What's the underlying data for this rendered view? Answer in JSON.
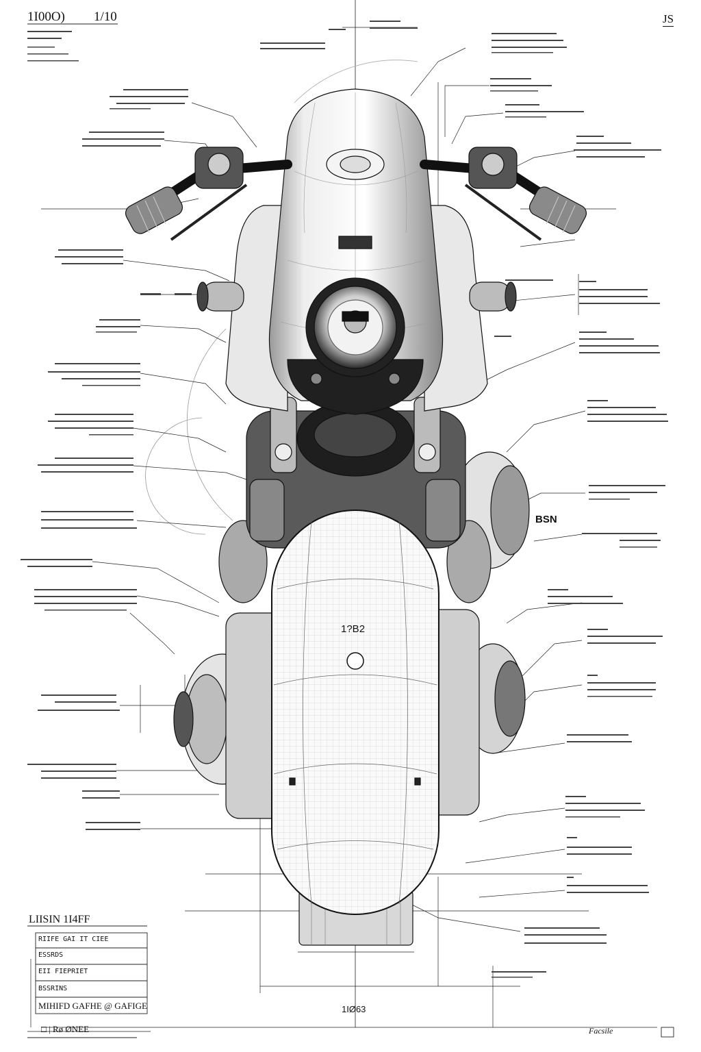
{
  "header": {
    "title_left": "1I00O)",
    "title_right": "1/10",
    "corner_mark": "JS"
  },
  "part_labels": {
    "headlight_tag": "BSN",
    "center_label": "1?B2",
    "bottom_number": "1IØ63"
  },
  "title_block": {
    "heading": "LIISIN 1I4FF",
    "rows": [
      "RIIFE GAI IT CIEE",
      "ESSRDS",
      "EII FIEPRIET",
      "BSSRINS",
      "MIHIFD GAFHE @ GAFIGE"
    ],
    "bottom_row": "□ | Rø ØNEE"
  },
  "signature": "Facsile",
  "colors": {
    "ink": "#111111",
    "paper": "#ffffff",
    "mid": "#8a8a8a"
  }
}
